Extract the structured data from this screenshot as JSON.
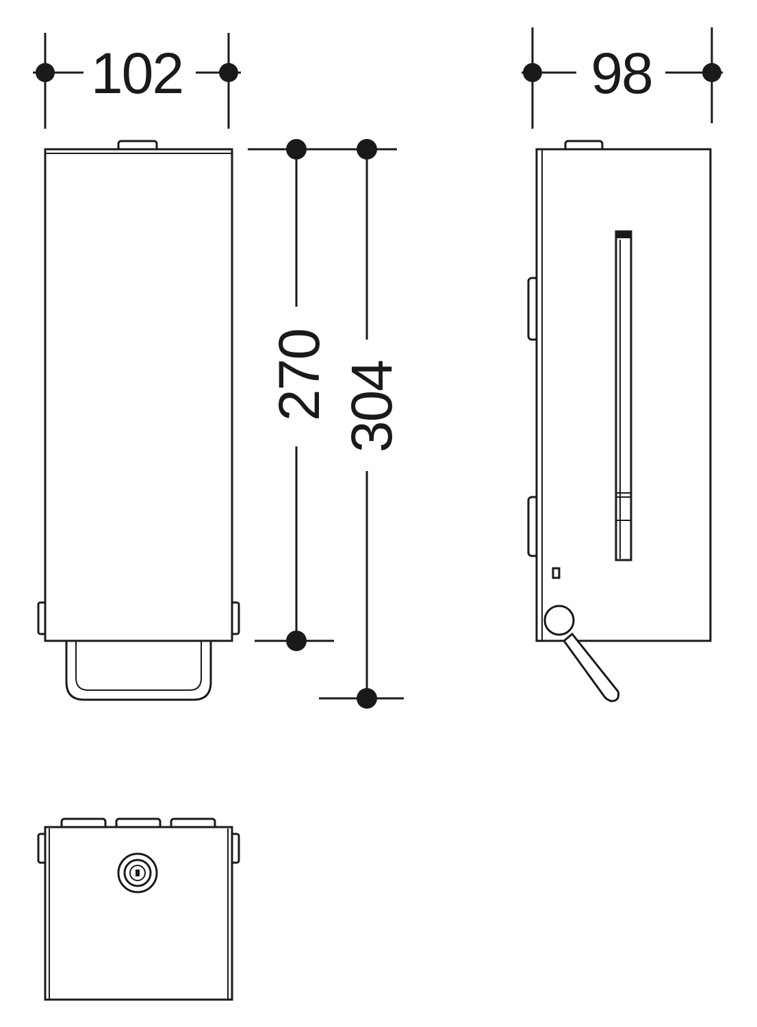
{
  "dimensions": {
    "front_width": "102",
    "side_depth": "98",
    "inner_height": "270",
    "overall_height": "304"
  },
  "colors": {
    "line": "#1a1a1a",
    "background": "#ffffff"
  }
}
